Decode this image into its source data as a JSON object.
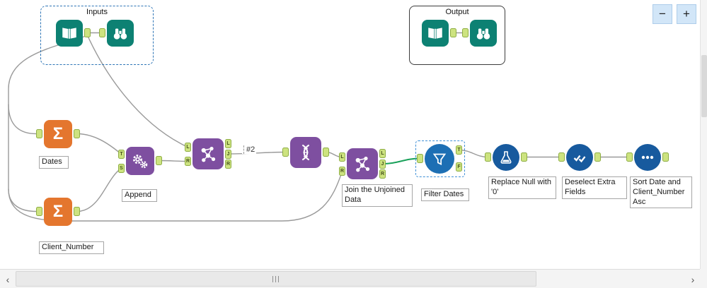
{
  "containers": {
    "inputs": {
      "label": "Inputs"
    },
    "output": {
      "label": "Output"
    }
  },
  "tools": {
    "input_data_inputs": {
      "icon": "input-data-icon"
    },
    "browse_inputs": {
      "icon": "browse-binoculars-icon"
    },
    "input_data_output": {
      "icon": "input-data-icon"
    },
    "browse_output": {
      "icon": "browse-binoculars-icon"
    },
    "summarize_dates": {
      "icon": "sigma-icon",
      "label": "Dates"
    },
    "summarize_client_number": {
      "icon": "sigma-icon",
      "label": "Client_Number"
    },
    "append_fields": {
      "icon": "gears-icon",
      "label": "Append"
    },
    "join_first": {
      "icon": "join-network-icon"
    },
    "union": {
      "icon": "union-helix-icon"
    },
    "join_unjoined": {
      "icon": "join-network-icon",
      "label": "Join the Unjoined Data"
    },
    "filter_dates": {
      "icon": "filter-funnel-icon",
      "label": "Filter Dates"
    },
    "replace_null": {
      "icon": "formula-beaker-icon",
      "label": "Replace Null with '0'"
    },
    "deselect_fields": {
      "icon": "select-checks-icon",
      "label": "Deselect Extra Fields"
    },
    "sort": {
      "icon": "sort-dots-icon",
      "label": "Sort Date and Client_Number Asc"
    }
  },
  "annotation": {
    "text": "#2"
  },
  "anchors": {
    "T": "T",
    "S": "S",
    "L": "L",
    "J": "J",
    "R": "R",
    "F": "F"
  },
  "icons": {
    "sigma_glyph": "Σ"
  },
  "zoom_controls": {
    "zoom_out": "−",
    "zoom_in": "+"
  },
  "scrollbars": {
    "left_arrow": "‹",
    "right_arrow": "›"
  },
  "colors": {
    "teal": "#0d8173",
    "orange": "#e4762e",
    "purple": "#7e4fa0",
    "blue": "#175a9e",
    "anchor_green": "#cde380",
    "wire_gray": "#9a9a9a",
    "wire_green": "#19a15a",
    "selection_blue": "#3f8fd6",
    "zoom_button_blue": "#d2e6f8"
  }
}
